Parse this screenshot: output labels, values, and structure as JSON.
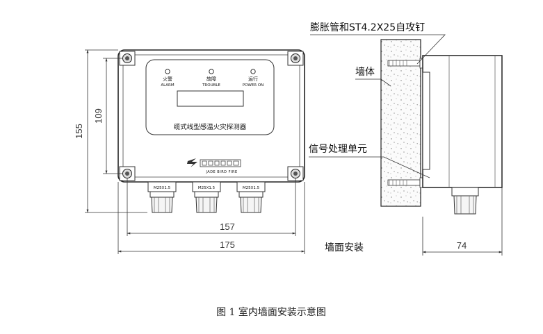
{
  "front_view": {
    "led_labels": [
      {
        "cn": "火警",
        "en": "ALARM"
      },
      {
        "cn": "故障",
        "en": "TROUBLE"
      },
      {
        "cn": "运行",
        "en": "POWER ON"
      }
    ],
    "device_name": "缆式线型感温火灾探测器",
    "brand_text": "JADE BIRD FIRE",
    "gland_labels": [
      "M25X1.5",
      "M25X1.5",
      "M25X1.5"
    ],
    "dimensions": {
      "height_outer": "155",
      "height_inner": "109",
      "width_inner": "157",
      "width_outer": "175"
    }
  },
  "side_view": {
    "label_screw": "膨胀管和ST4.2X25自攻钉",
    "label_wall": "墙体",
    "label_unit": "信号处理单元",
    "depth": "74"
  },
  "install_label": "墙面安装",
  "caption": "图 1 室内墙面安装示意图"
}
